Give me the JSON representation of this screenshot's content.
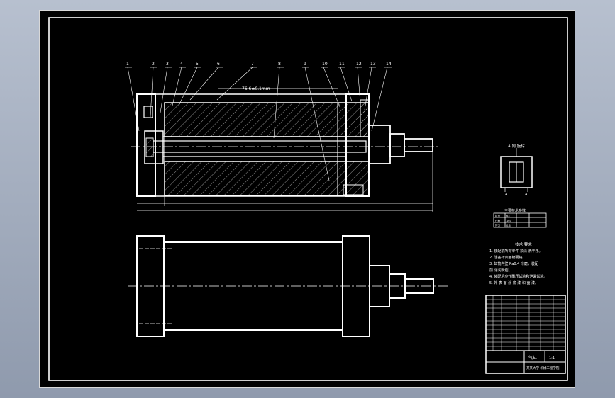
{
  "balloons": [
    "1",
    "2",
    "3",
    "4",
    "5",
    "6",
    "7",
    "8",
    "9",
    "10",
    "11",
    "12",
    "13",
    "14"
  ],
  "dim_top": "76.6±0.1mm",
  "detail_title": "A 向 旋转",
  "section_letters": {
    "left": "A",
    "right": "A"
  },
  "param_table": {
    "title": "主要技术参数",
    "rows": [
      [
        "缸径",
        "63",
        "",
        ""
      ],
      [
        "行程",
        "160",
        "",
        ""
      ],
      [
        "压力",
        "0.6",
        "",
        ""
      ]
    ]
  },
  "tech_req": {
    "title": "技术 要求",
    "lines": [
      "1. 装配前所有零件 须清 洗干净。",
      "2. 活塞杆表面镀硬铬。",
      "3. 缸筒内壁 Ra0.4 珩磨，装配",
      "   前 涂润滑脂。",
      "4. 装配后应作耐压试验和泄漏试验。",
      "5. 外 表 面 涂 底 漆 和 面 漆。"
    ]
  },
  "title_block": {
    "drawing_name": "气缸",
    "scale": "1:1",
    "unit": "某某大学 机械工程学院"
  }
}
